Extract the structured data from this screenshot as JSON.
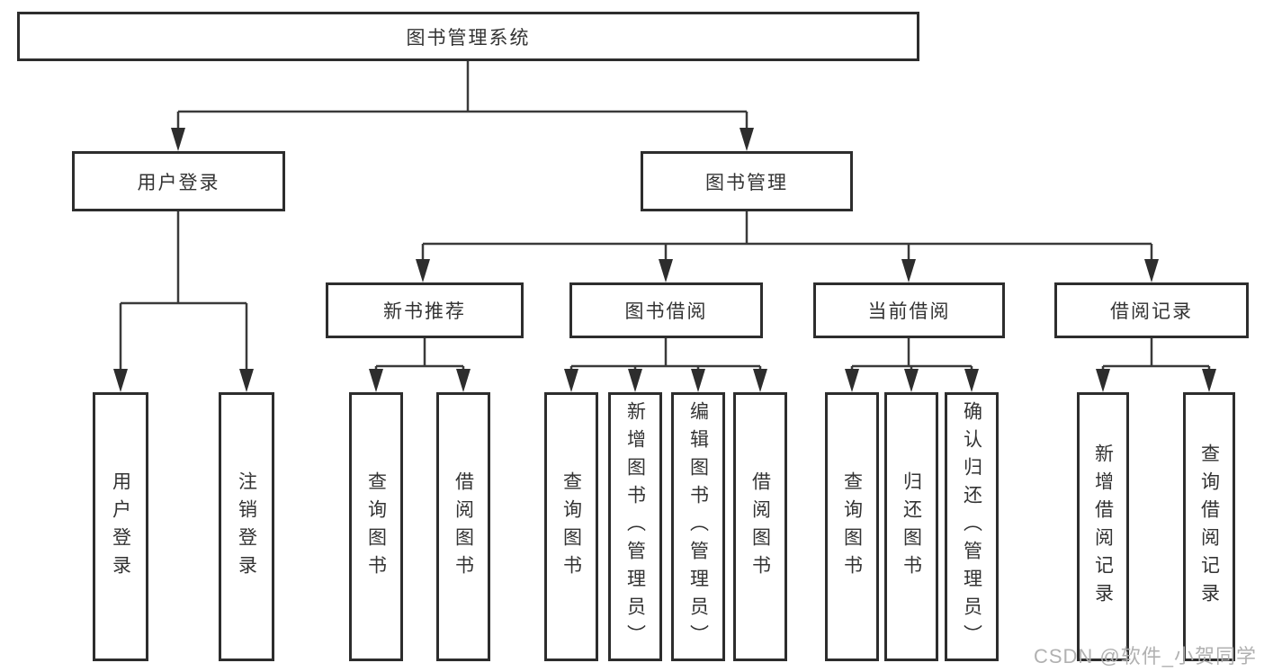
{
  "nodes": {
    "root": {
      "label": "图书管理系统"
    },
    "user_login": {
      "label": "用户登录"
    },
    "book_mgmt": {
      "label": "图书管理"
    },
    "new_books": {
      "label": "新书推荐"
    },
    "book_borrow": {
      "label": "图书借阅"
    },
    "current_borrow": {
      "label": "当前借阅"
    },
    "borrow_records": {
      "label": "借阅记录"
    },
    "ul_login": {
      "label": "用户登录"
    },
    "ul_logout": {
      "label": "注销登录"
    },
    "nb_query": {
      "label": "查询图书"
    },
    "nb_borrow": {
      "label": "借阅图书"
    },
    "bb_query": {
      "label": "查询图书"
    },
    "bb_add": {
      "label": "新增图书（管理员）"
    },
    "bb_edit": {
      "label": "编辑图书（管理员）"
    },
    "bb_borrow": {
      "label": "借阅图书"
    },
    "cb_query": {
      "label": "查询图书"
    },
    "cb_return": {
      "label": "归还图书"
    },
    "cb_confirm": {
      "label": "确认归还（管理员）"
    },
    "br_add": {
      "label": "新增借阅记录"
    },
    "br_query": {
      "label": "查询借阅记录"
    }
  },
  "structure": {
    "图书管理系统": [
      "用户登录",
      "图书管理"
    ],
    "用户登录": [
      "用户登录",
      "注销登录"
    ],
    "图书管理": [
      "新书推荐",
      "图书借阅",
      "当前借阅",
      "借阅记录"
    ],
    "新书推荐": [
      "查询图书",
      "借阅图书"
    ],
    "图书借阅": [
      "查询图书",
      "新增图书（管理员）",
      "编辑图书（管理员）",
      "借阅图书"
    ],
    "当前借阅": [
      "查询图书",
      "归还图书",
      "确认归还（管理员）"
    ],
    "借阅记录": [
      "新增借阅记录",
      "查询借阅记录"
    ]
  },
  "watermark": {
    "text": "CSDN @软件_小贺同学"
  },
  "colors": {
    "line": "#3a3a3a",
    "border": "#2d2d2d",
    "text": "#333333",
    "watermark": "#adadad",
    "background": "#ffffff"
  }
}
